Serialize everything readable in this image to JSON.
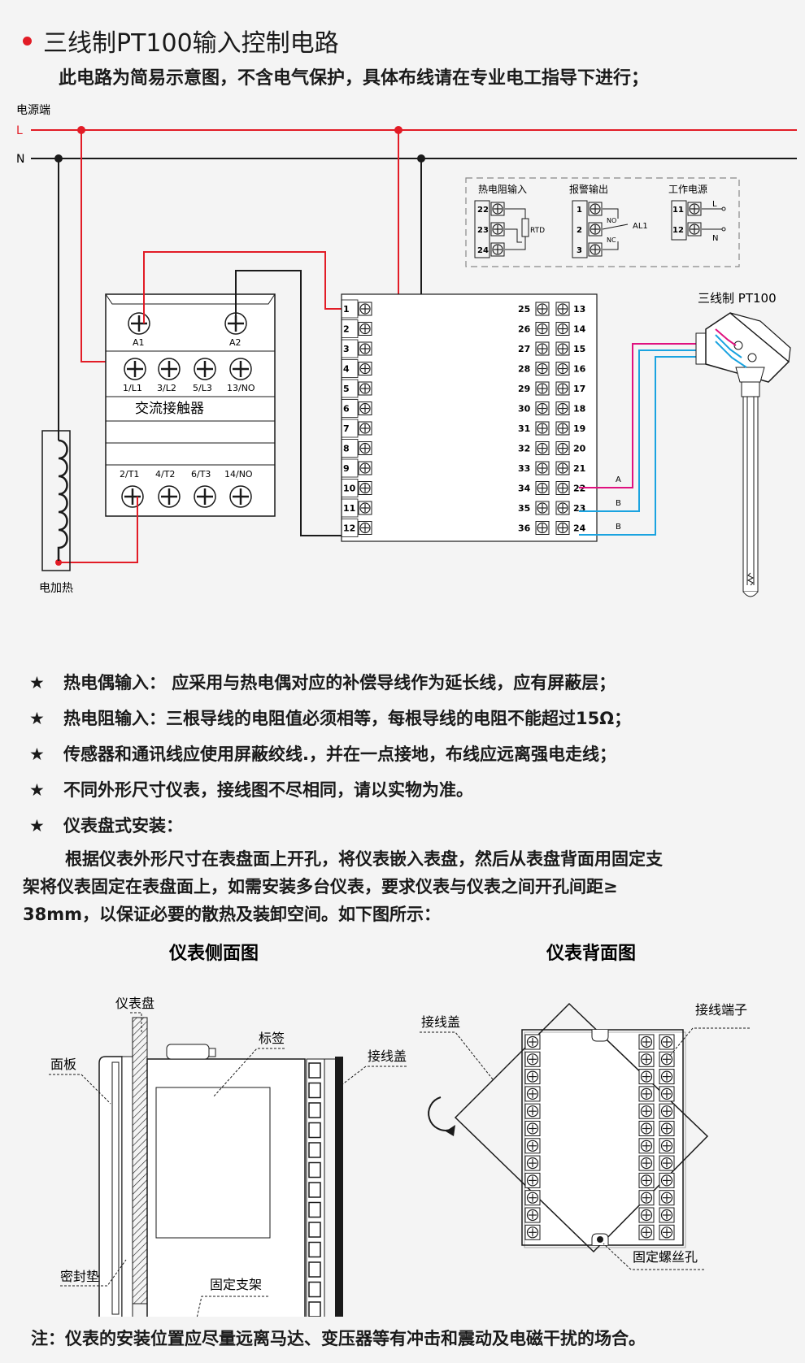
{
  "header": {
    "title": "三线制PT100输入控制电路",
    "subtitle": "此电路为简易示意图，不含电气保护，具体布线请在专业电工指导下进行；"
  },
  "wiring": {
    "power_label": "电源端",
    "line_L": "L",
    "line_N": "N",
    "contactor": {
      "name": "交流接触器",
      "coil_terminals": [
        "A1",
        "A2"
      ],
      "top_terminals": [
        "1/L1",
        "3/L2",
        "5/L3",
        "13/NO"
      ],
      "bottom_terminals": [
        "2/T1",
        "4/T2",
        "6/T3",
        "14/NO"
      ]
    },
    "heater_label": "电加热",
    "left_terminals": [
      "1",
      "2",
      "3",
      "4",
      "5",
      "6",
      "7",
      "8",
      "9",
      "10",
      "11",
      "12"
    ],
    "right_inner_terminals": [
      "25",
      "26",
      "27",
      "28",
      "29",
      "30",
      "31",
      "32",
      "33",
      "34",
      "35",
      "36"
    ],
    "right_outer_terminals": [
      "13",
      "14",
      "15",
      "16",
      "17",
      "18",
      "19",
      "20",
      "21",
      "22",
      "23",
      "24"
    ],
    "sensor_wires": [
      "A",
      "B",
      "B"
    ],
    "sensor_label": "三线制 PT100",
    "legend": {
      "rtd_title": "热电阻输入",
      "rtd_terminals": [
        "22",
        "23",
        "24"
      ],
      "rtd_label": "RTD",
      "alarm_title": "报警输出",
      "alarm_terminals": [
        "1",
        "2",
        "3"
      ],
      "alarm_no": "NO",
      "alarm_nc": "NC",
      "alarm_label": "AL1",
      "power_title": "工作电源",
      "power_terminals": [
        "11",
        "12"
      ],
      "power_L": "L",
      "power_N": "N"
    },
    "colors": {
      "red": "#e21c26",
      "magenta": "#e0117f",
      "cyan": "#1aa3e0",
      "black": "#1a1a1a"
    }
  },
  "notes": [
    {
      "star": "★",
      "text": "热电偶输入： 应采用与热电偶对应的补偿导线作为延长线，应有屏蔽层；"
    },
    {
      "star": "★",
      "text": "热电阻输入：三根导线的电阻值必须相等，每根导线的电阻不能超过15Ω；"
    },
    {
      "star": "★",
      "text": "传感器和通讯线应使用屏蔽绞线.，并在一点接地，布线应远离强电走线；"
    },
    {
      "star": "★",
      "text": "不同外形尺寸仪表，接线图不尽相同，请以实物为准。"
    },
    {
      "star": "★",
      "text": "仪表盘式安装："
    }
  ],
  "install_text": {
    "line1": "根据仪表外形尺寸在表盘面上开孔，将仪表嵌入表盘，然后从表盘背面用固定支",
    "line2": "架将仪表固定在表盘面上，如需安装多台仪表，要求仪表与仪表之间开孔间距≥",
    "line3": "38mm，以保证必要的散热及装卸空间。如下图所示："
  },
  "side_view": {
    "title": "仪表侧面图",
    "panel": "仪表盘",
    "faceplate": "面板",
    "label": "标签",
    "cover": "接线盖",
    "gasket": "密封垫",
    "bracket": "固定支架"
  },
  "back_view": {
    "title": "仪表背面图",
    "cover": "接线盖",
    "terminals": "接线端子",
    "screw_hole": "固定螺丝孔"
  },
  "footnote": "注：仪表的安装位置应尽量远离马达、变压器等有冲击和震动及电磁干扰的场合。"
}
